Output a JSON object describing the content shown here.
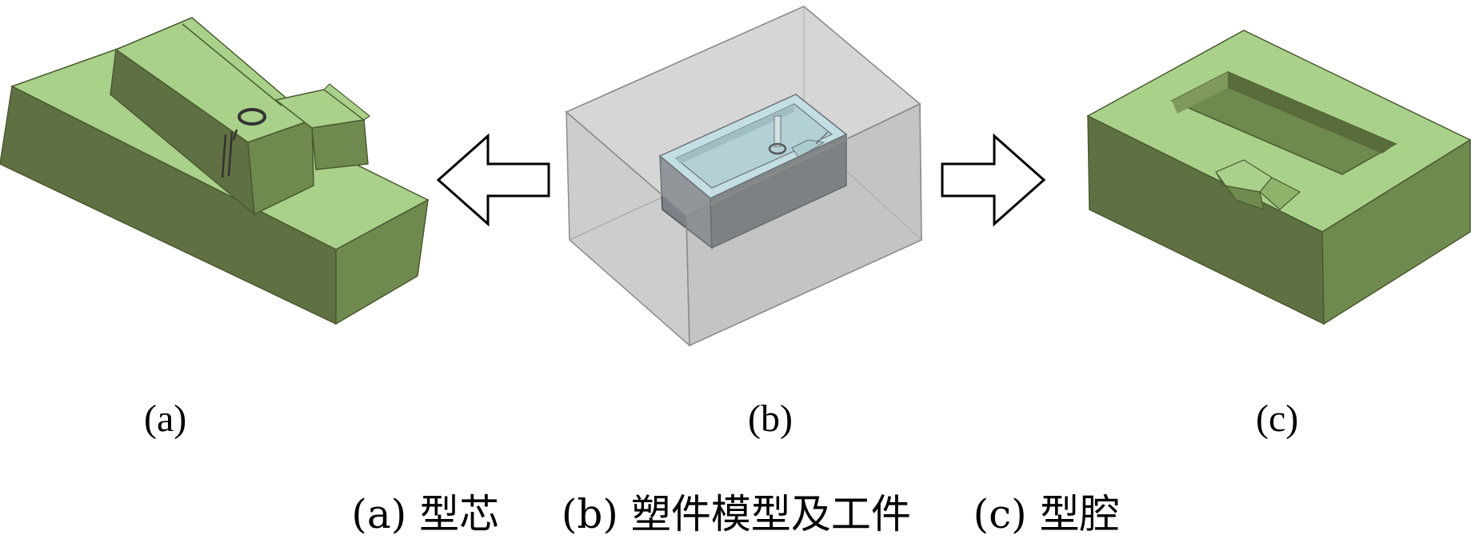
{
  "panels": [
    {
      "id": "a",
      "label": "(a)"
    },
    {
      "id": "b",
      "label": "(b)"
    },
    {
      "id": "c",
      "label": "(c)"
    }
  ],
  "caption": [
    {
      "marker": "(a)",
      "text": "型芯"
    },
    {
      "marker": "(b)",
      "text": "塑件模型及工件"
    },
    {
      "marker": "(c)",
      "text": "型腔"
    }
  ],
  "colors": {
    "green_top": "#a9d18a",
    "green_side_dark": "#5f7042",
    "green_side_mid": "#6f8a4e",
    "workpiece_fill": "#cfcfcf",
    "part_light": "#bfe3e8",
    "part_dark": "#6e7477",
    "arrow_stroke": "#000000"
  }
}
